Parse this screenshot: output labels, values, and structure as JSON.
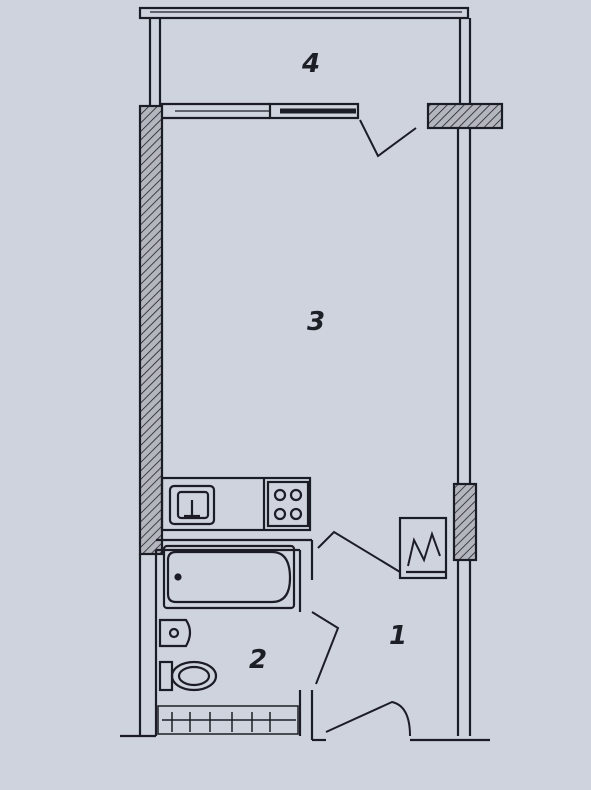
{
  "plan": {
    "rooms": [
      {
        "id": "hall",
        "number": "1"
      },
      {
        "id": "bathroom",
        "number": "2"
      },
      {
        "id": "living-room",
        "number": "3"
      },
      {
        "id": "balcony",
        "number": "4"
      }
    ]
  },
  "colors": {
    "paper": "#cfd3de",
    "ink": "#1c1f26",
    "wall_fill": "#9a9ca3"
  },
  "icons": [
    "sink-icon",
    "stove-icon",
    "bathtub-icon",
    "washbasin-icon",
    "toilet-icon",
    "ventilation-shaft-icon"
  ]
}
